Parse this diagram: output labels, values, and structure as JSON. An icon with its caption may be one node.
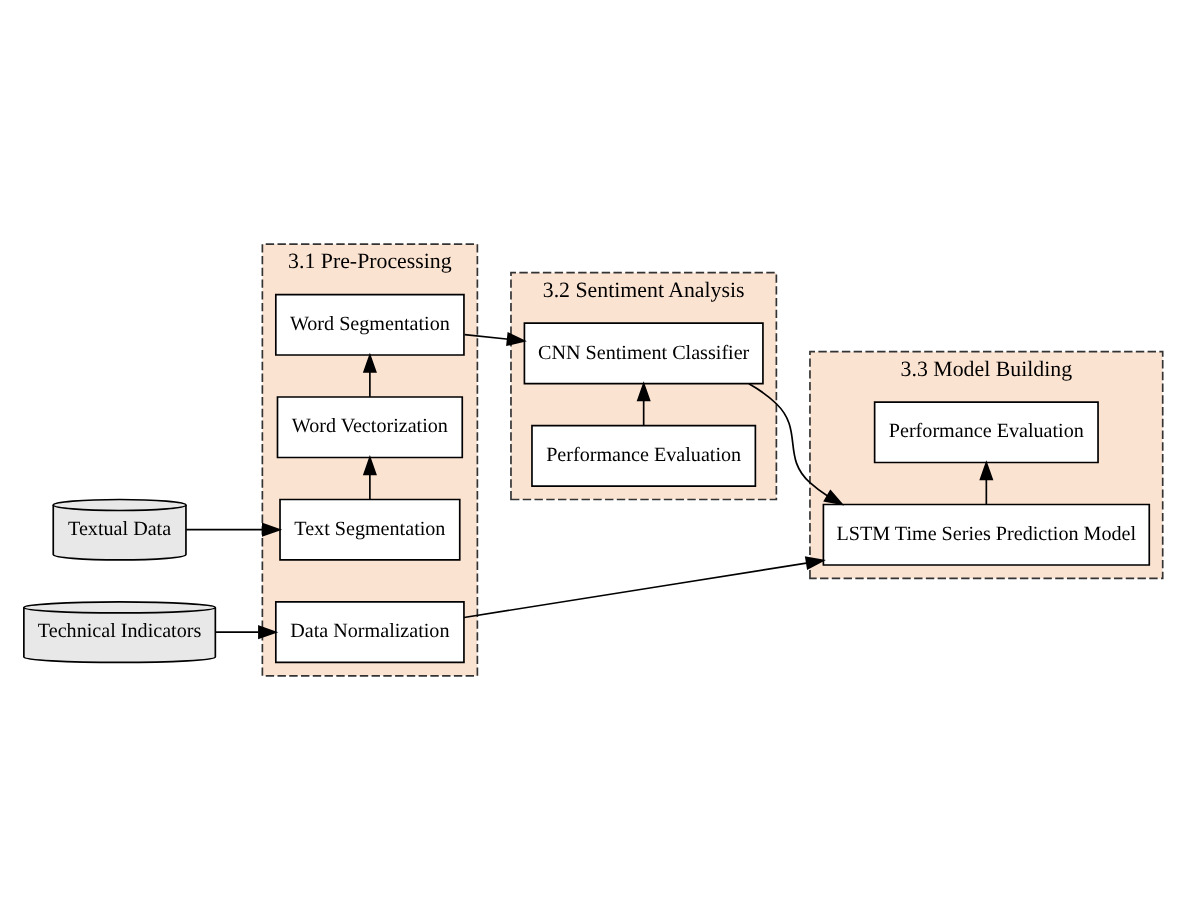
{
  "diagram": {
    "nodes": [
      {
        "text": [
          "3.1 Pre-Processing"
        ]
      },
      {
        "text": [
          "3.2 Sentiment Analysis"
        ]
      },
      {
        "text": [
          "3.3 Model Building"
        ]
      },
      {
        "text": [
          "Textual Data"
        ]
      },
      {
        "text": [
          "Text Segmentation"
        ],
        "in": 0
      },
      {
        "text": [
          "Word Vectorization"
        ],
        "in": 0
      },
      {
        "text": [
          "Word Segmentation"
        ],
        "in": 0
      },
      {
        "text": [
          "Technical Indicators"
        ]
      },
      {
        "text": [
          "Data Normalization"
        ],
        "in": 0
      },
      {
        "text": [
          "Performance Evaluation"
        ],
        "in": 1
      },
      {
        "text": [
          "CNN Sentiment Classifier"
        ],
        "in": 1
      },
      {
        "text": [
          "Performance Evaluation"
        ],
        "in": 2
      },
      {
        "text": [
          "LSTM Time Series Prediction Model"
        ],
        "in": 2
      }
    ],
    "edges": [
      {
        "from": 3,
        "to": 4,
        "arrow": "to"
      },
      {
        "from": 4,
        "to": 5,
        "arrow": "to"
      },
      {
        "from": 5,
        "to": 6,
        "arrow": "to"
      },
      {
        "from": 6,
        "to": 10,
        "arrow": "to"
      },
      {
        "from": 9,
        "to": 10,
        "arrow": "to"
      },
      {
        "from": 7,
        "to": 8,
        "arrow": "to"
      },
      {
        "from": 10,
        "to": 12,
        "arrow": "to"
      },
      {
        "from": 8,
        "to": 12,
        "arrow": "to"
      },
      {
        "from": 12,
        "to": 11,
        "arrow": "to"
      }
    ]
  }
}
